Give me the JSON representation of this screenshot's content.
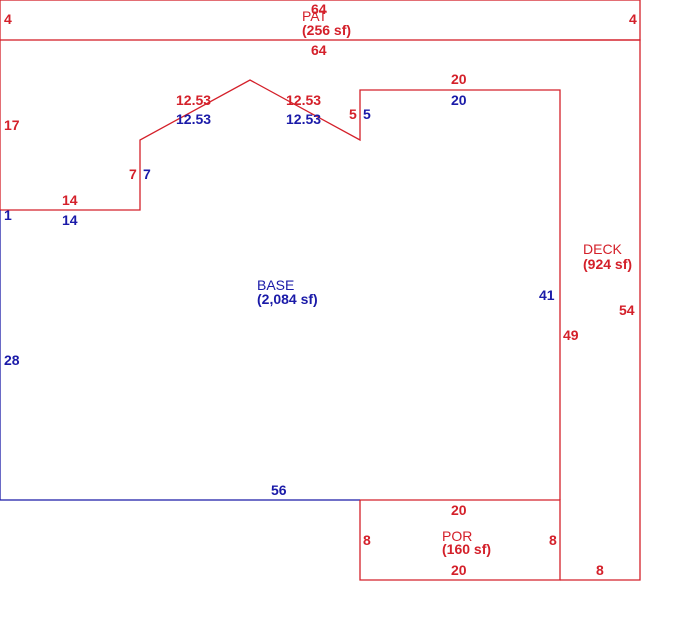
{
  "colors": {
    "red": "#d4202a",
    "blue": "#1a1aa8"
  },
  "areas": {
    "pat": {
      "name": "PAT",
      "size": "(256 sf)"
    },
    "base": {
      "name": "BASE",
      "size": "(2,084 sf)"
    },
    "deck": {
      "name": "DECK",
      "size": "(924 sf)"
    },
    "por": {
      "name": "POR",
      "size": "(160 sf)"
    }
  },
  "dims": {
    "pat_top": "64",
    "pat_bottom": "64",
    "pat_left": "4",
    "pat_right": "4",
    "base_left_top": "17",
    "step_left_red": "14",
    "step_left_blue": "14",
    "step_small": "1",
    "riser_red": "7",
    "riser_blue": "7",
    "roof_left_red": "12.53",
    "roof_left_blue": "12.53",
    "roof_right_red": "12.53",
    "roof_right_blue": "12.53",
    "notch_red": "5",
    "notch_blue": "5",
    "top_right_red": "20",
    "top_right_blue": "20",
    "base_left_bottom": "28",
    "base_right_blue": "41",
    "base_right_red": "49",
    "base_bottom": "56",
    "deck_right": "54",
    "deck_bottom": "8",
    "por_top": "20",
    "por_bottom": "20",
    "por_left": "8",
    "por_right": "8"
  }
}
